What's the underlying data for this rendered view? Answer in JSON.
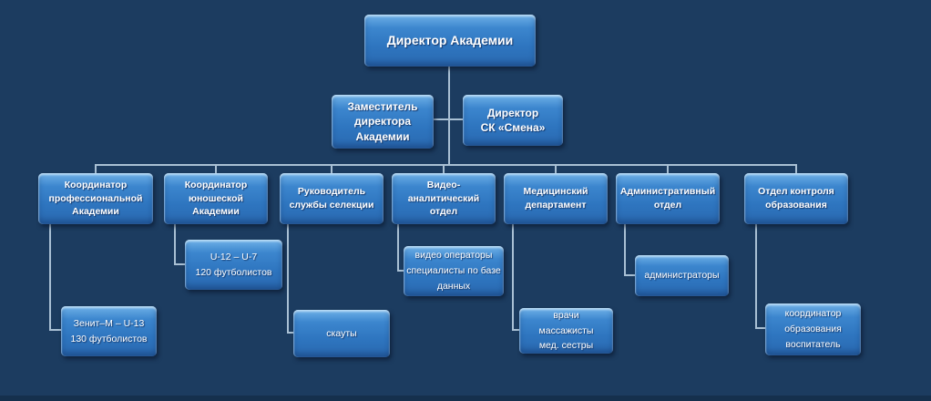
{
  "page": {
    "background_color": "#1c3c60",
    "node_gradient_top": "#6fb1e8",
    "node_gradient_bottom": "#2a69b0",
    "connector_color": "#a9c0d4",
    "text_color": "#ffffff"
  },
  "chart": {
    "type": "org-chart",
    "director": {
      "label": "Директор Академии"
    },
    "deputy_director": {
      "label": "Заместитель\nдиректора\nАкадемии"
    },
    "sk_smena_director": {
      "label": "Директор\nСК «Смена»"
    },
    "departments": [
      {
        "label": "Координатор\nпрофессиональной\nАкадемии"
      },
      {
        "label": "Координатор\nюношеской\nАкадемии"
      },
      {
        "label": "Руководитель\nслужбы селекции"
      },
      {
        "label": "Видео-\nаналитический отдел"
      },
      {
        "label": "Медицинский\nдепартамент"
      },
      {
        "label": "Административный\nотдел"
      },
      {
        "label": "Отдел контроля\nобразования"
      }
    ],
    "subunits": [
      {
        "label": "Зенит–М – U-13\n130 футболистов"
      },
      {
        "label": "U-12 – U-7\n120 футболистов"
      },
      {
        "label": "скауты"
      },
      {
        "label": "видео операторы\nспециалисты по базе данных"
      },
      {
        "label": "врачи\nмассажисты\nмед. сестры"
      },
      {
        "label": "администраторы"
      },
      {
        "label": "координатор\nобразования\nвоспитатель"
      }
    ]
  }
}
